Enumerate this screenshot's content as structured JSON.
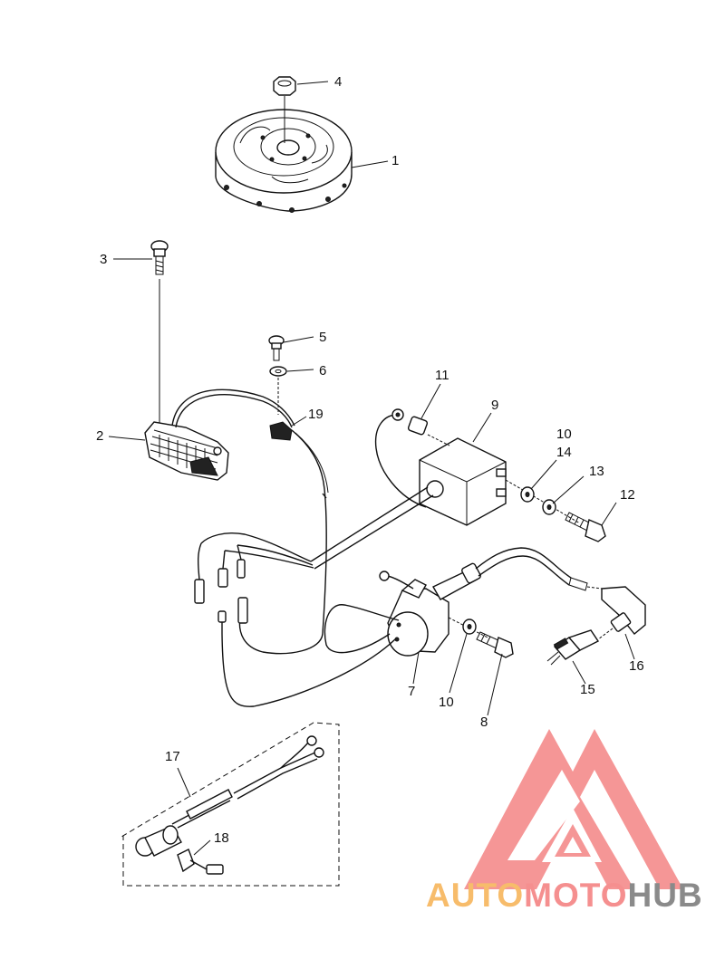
{
  "labels": {
    "p1": "1",
    "p2": "2",
    "p3": "3",
    "p4": "4",
    "p5": "5",
    "p6": "6",
    "p7": "7",
    "p8": "8",
    "p9": "9",
    "p10a": "10",
    "p10b": "10",
    "p11": "11",
    "p12": "12",
    "p13": "13",
    "p14": "14",
    "p15": "15",
    "p16": "16",
    "p17": "17",
    "p18": "18",
    "p19": "19"
  },
  "watermark": {
    "text": "AUTOMOTOHUB",
    "part_auto": "AUTO",
    "part_moto": "MOTO",
    "part_hub": "HUB",
    "colors": {
      "auto": "#f7bc6b",
      "moto": "#f58f8f",
      "hub": "#8a8a8a",
      "triangle": "#f48b8b"
    }
  }
}
